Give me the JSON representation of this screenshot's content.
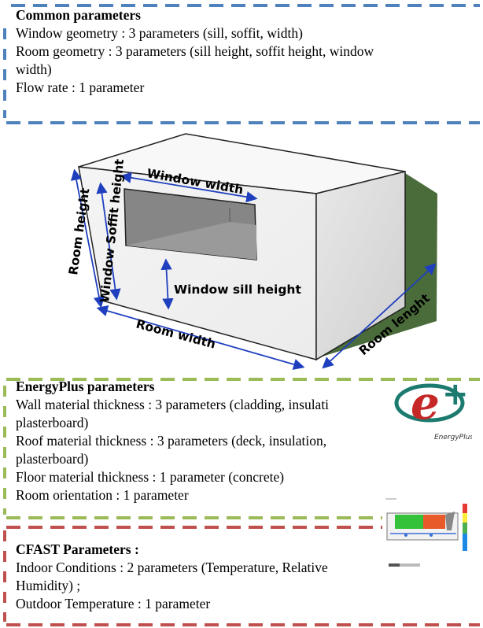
{
  "common": {
    "title": "Common parameters",
    "lines": [
      "Window geometry : 3 parameters (sill, soffit, width)",
      "Room geometry : 3 parameters (sill height, soffit height, window",
      "width)",
      "Flow rate : 1 parameter"
    ],
    "color": "#4f81bd"
  },
  "figure": {
    "labels": {
      "room_height": "Room height",
      "window_soffit_height": "Window Soffit height",
      "window_width": "Window width",
      "window_sill_height": "Window sill height",
      "room_width": "Room width",
      "room_length": "Room lenght"
    },
    "arrow_color": "#1f3fbf",
    "shadow_color": "#4a6b3a"
  },
  "energyplus": {
    "title": "EnergyPlus parameters",
    "lines": [
      "Wall material thickness : 3 parameters (cladding, insulati",
      "plasterboard)",
      "Roof material thickness : 3 parameters (deck, insulation,",
      "plasterboard)",
      "Floor material thickness : 1 parameter (concrete)",
      "Room orientation : 1 parameter"
    ],
    "color": "#9bbb59",
    "logo_text": "EnergyPlus"
  },
  "cfast": {
    "title": "CFAST Parameters :",
    "lines": [
      "Indoor Conditions :  2 parameters (Temperature, Relative",
      "Humidity) ;",
      "Outdoor Temperature : 1 parameter"
    ],
    "color": "#c0504d"
  }
}
